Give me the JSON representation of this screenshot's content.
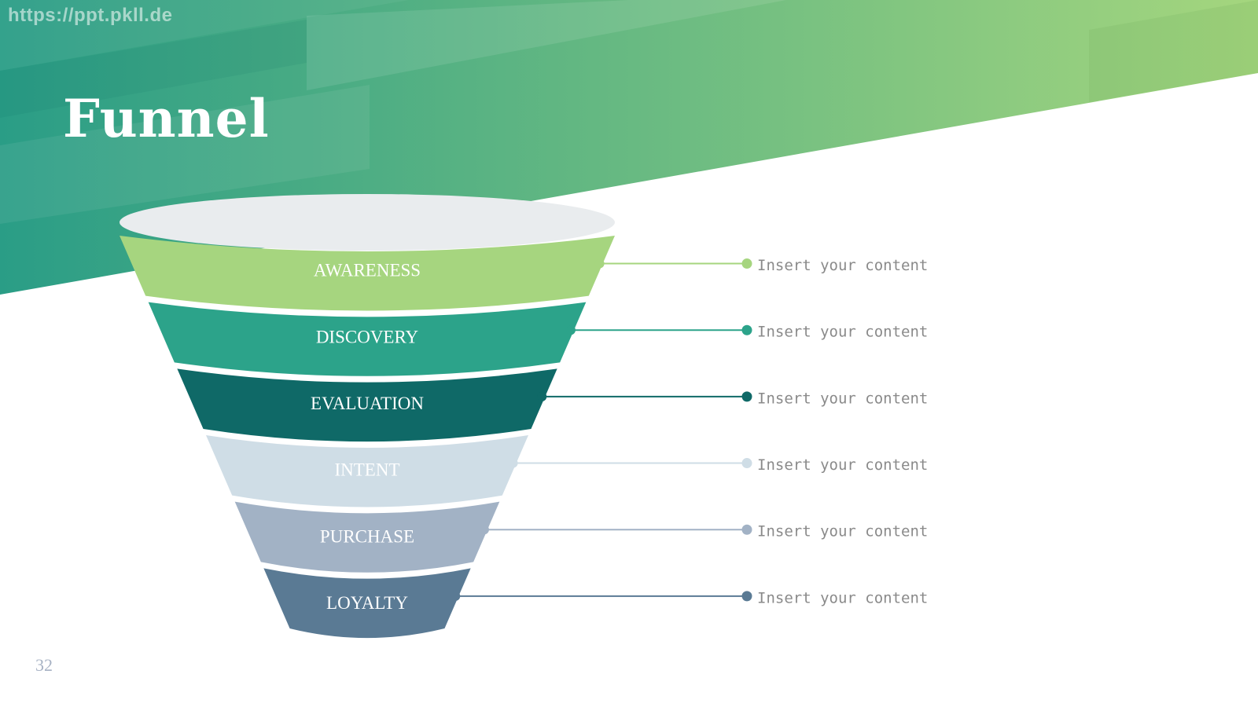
{
  "watermark": "https://ppt.pkll.de",
  "title": "Funnel",
  "page_number": "32",
  "colors": {
    "header_dark": "#2a9d86",
    "header_light": "#a5d67e",
    "rim": "#e9ecee",
    "rim_shadow": "#3a9e7f"
  },
  "funnel": {
    "stages": [
      {
        "label": "AWARENESS",
        "color": "#a6d57f",
        "content": "Insert your content"
      },
      {
        "label": "DISCOVERY",
        "color": "#2ca38a",
        "content": "Insert your content"
      },
      {
        "label": "EVALUATION",
        "color": "#0f6967",
        "content": "Insert your content"
      },
      {
        "label": "INTENT",
        "color": "#cfdde6",
        "content": "Insert your content"
      },
      {
        "label": "PURCHASE",
        "color": "#a2b2c5",
        "content": "Insert your content"
      },
      {
        "label": "LOYALTY",
        "color": "#5a7a94",
        "content": "Insert your content"
      }
    ]
  }
}
